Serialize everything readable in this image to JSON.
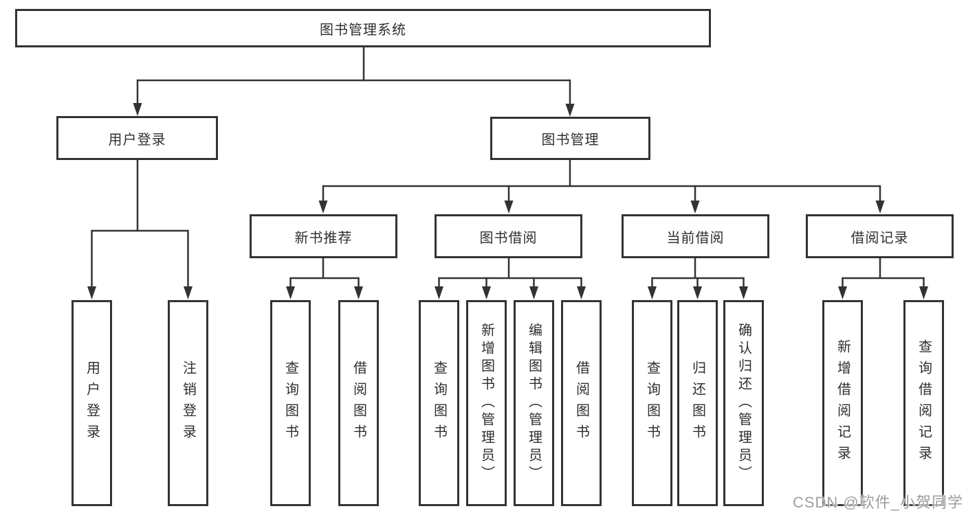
{
  "colors": {
    "background": "#ffffff",
    "box_border": "#333333",
    "connector_line": "#333333",
    "text": "#2f2f2f",
    "watermark_text": "#9e9e9e"
  },
  "diagram": {
    "root": {
      "label": "图书管理系统",
      "children": [
        {
          "label": "用户登录",
          "children": [
            {
              "label": "用户登录"
            },
            {
              "label": "注销登录"
            }
          ]
        },
        {
          "label": "图书管理",
          "children": [
            {
              "label": "新书推荐",
              "children": [
                {
                  "label": "查询图书"
                },
                {
                  "label": "借阅图书"
                }
              ]
            },
            {
              "label": "图书借阅",
              "children": [
                {
                  "label": "查询图书"
                },
                {
                  "label": "新增图书（管理员）"
                },
                {
                  "label": "编辑图书（管理员）"
                },
                {
                  "label": "借阅图书"
                }
              ]
            },
            {
              "label": "当前借阅",
              "children": [
                {
                  "label": "查询图书"
                },
                {
                  "label": "归还图书"
                },
                {
                  "label": "确认归还（管理员）"
                }
              ]
            },
            {
              "label": "借阅记录",
              "children": [
                {
                  "label": "新增借阅记录"
                },
                {
                  "label": "查询借阅记录"
                }
              ]
            }
          ]
        }
      ]
    }
  },
  "watermark": {
    "text": "CSDN @软件_小贺同学"
  }
}
